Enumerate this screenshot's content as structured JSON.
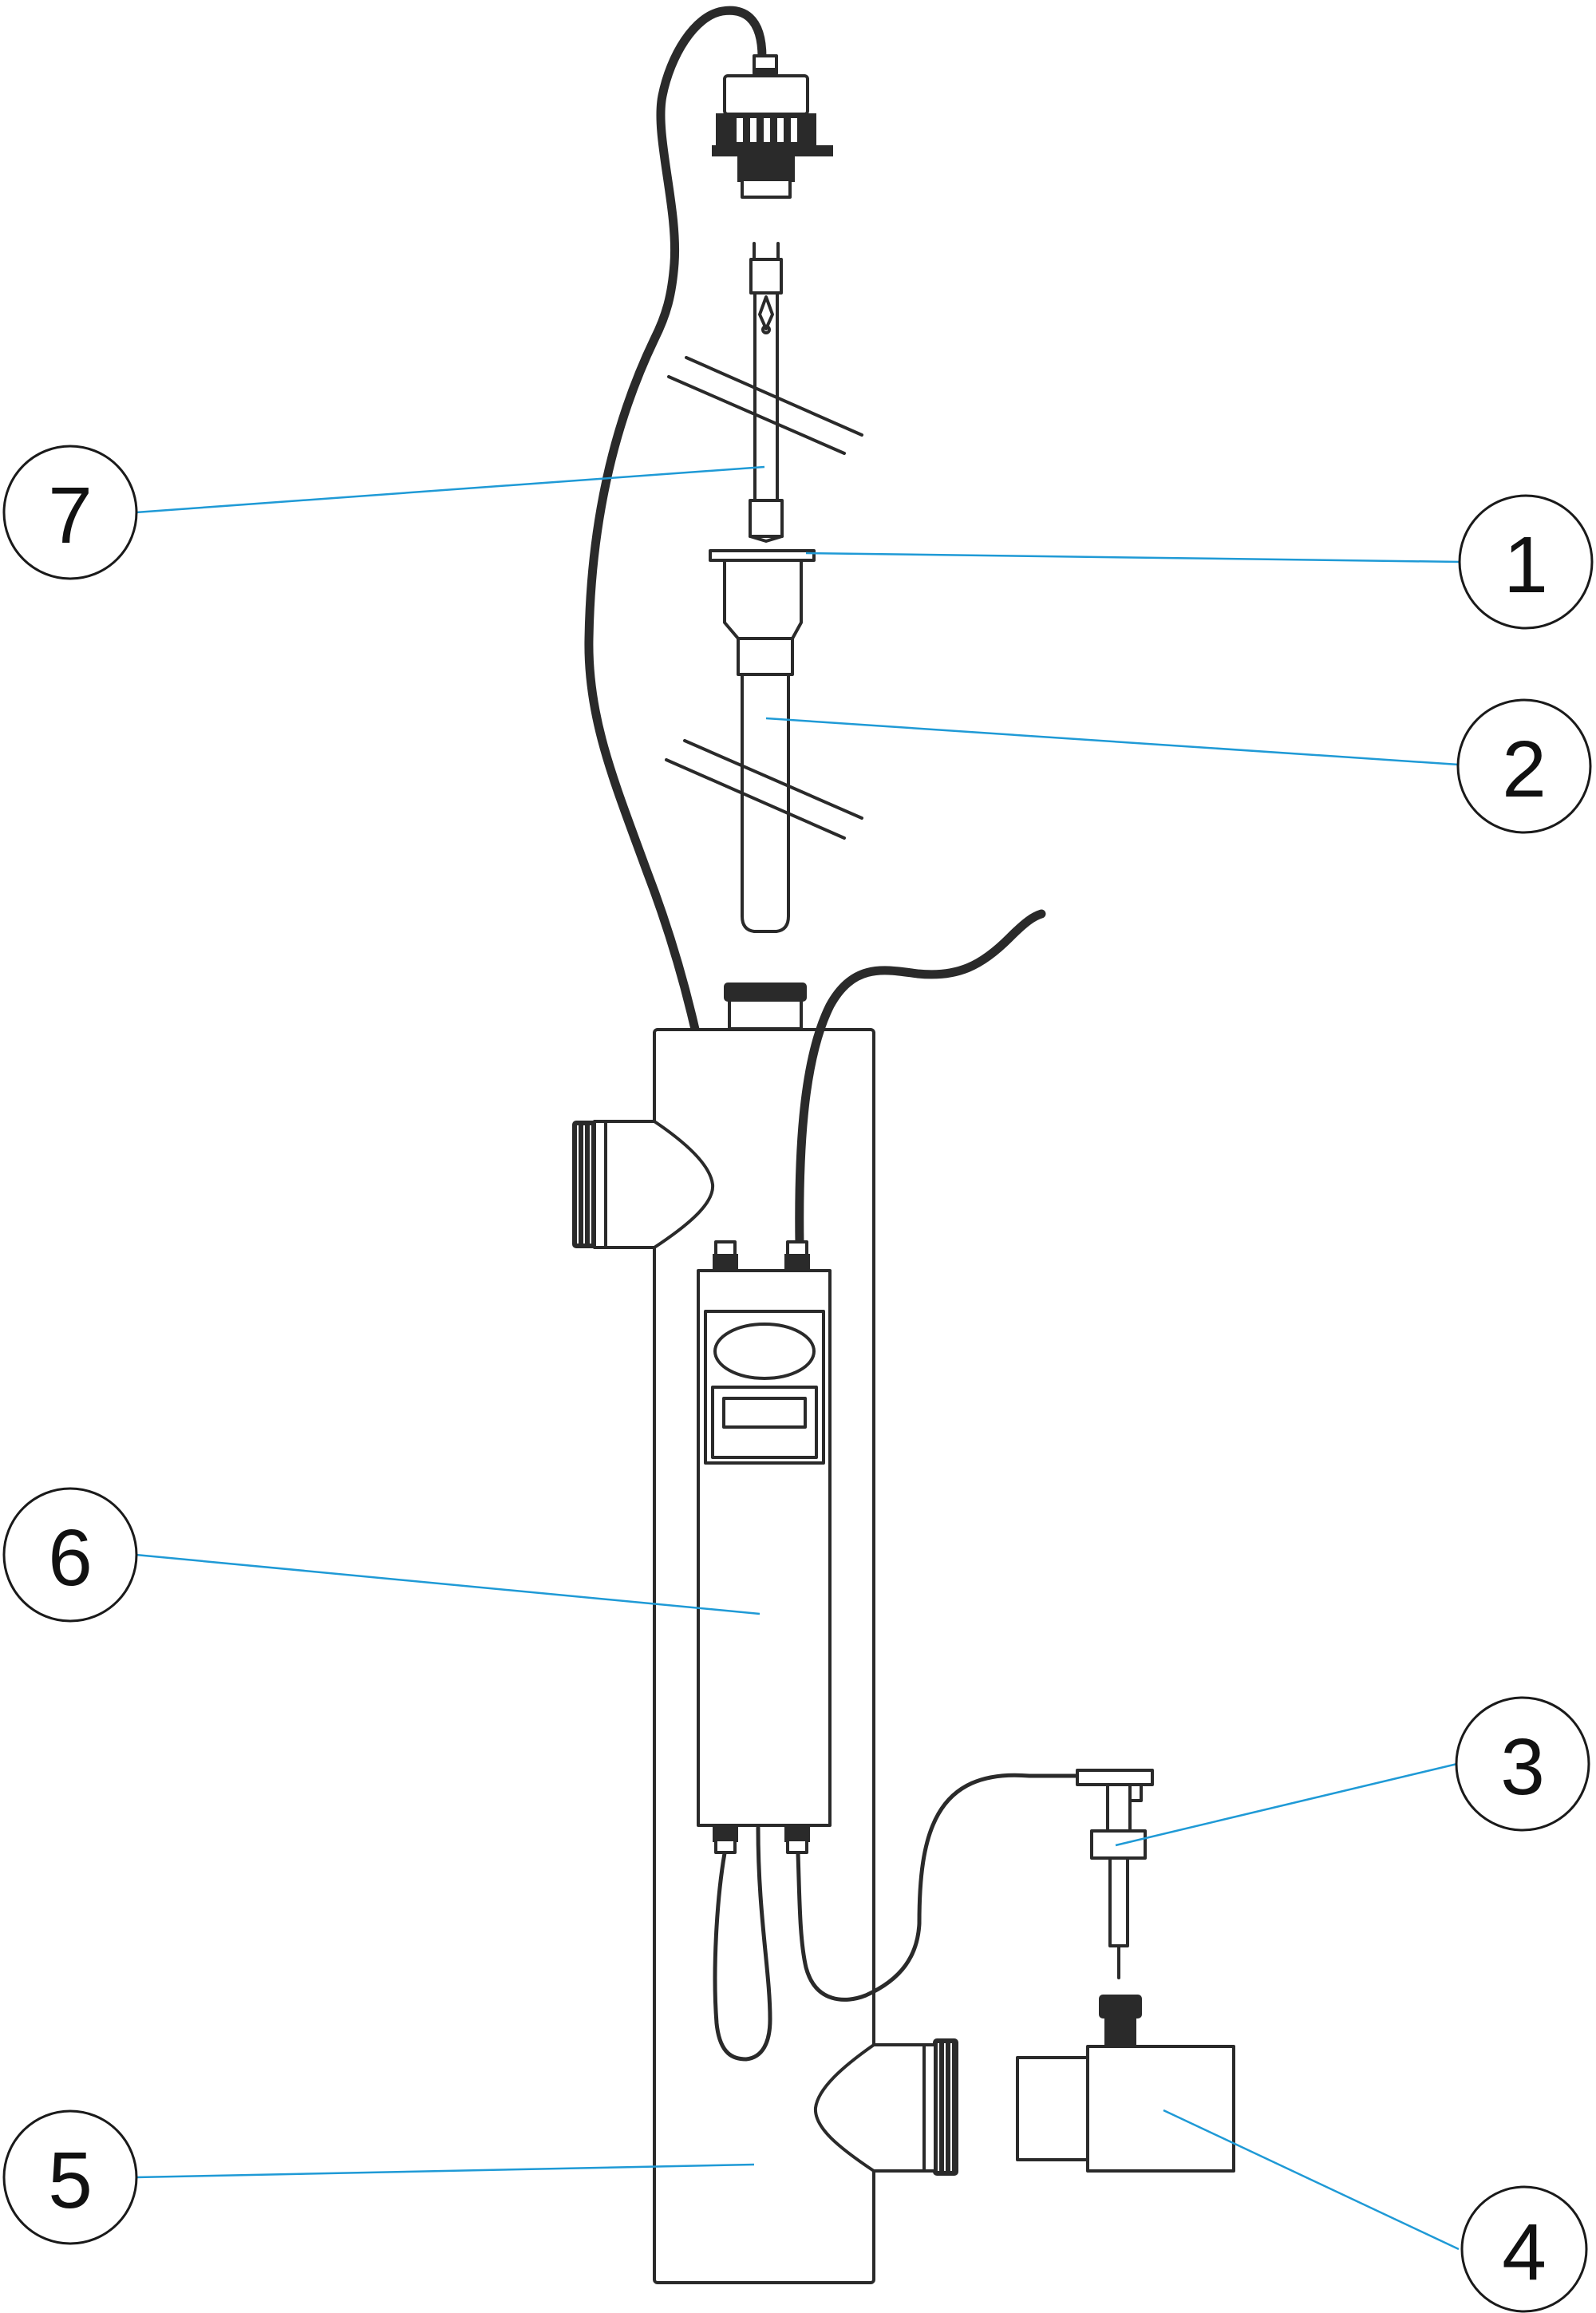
{
  "diagram": {
    "type": "exploded-parts-drawing",
    "line_color": "#2a2a2a",
    "leader_color": "#1f9ad6",
    "callouts": [
      {
        "id": "c1",
        "label": "1"
      },
      {
        "id": "c2",
        "label": "2"
      },
      {
        "id": "c3",
        "label": "3"
      },
      {
        "id": "c4",
        "label": "4"
      },
      {
        "id": "c5",
        "label": "5"
      },
      {
        "id": "c6",
        "label": "6"
      },
      {
        "id": "c7",
        "label": "7"
      }
    ]
  }
}
